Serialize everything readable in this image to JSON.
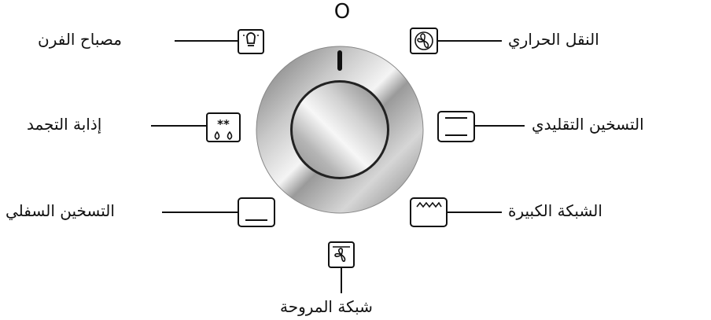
{
  "dial": {
    "off_position": "O",
    "functions": {
      "oven_lamp": {
        "label": "مصباح الفرن",
        "icon": "lamp-icon"
      },
      "defrost": {
        "label": "إذابة التجمد",
        "icon": "defrost-icon"
      },
      "bottom_heat": {
        "label": "التسخين السفلي",
        "icon": "bottom-heat-icon"
      },
      "fan_grill": {
        "label": "شبكة المروحة",
        "icon": "fan-grill-icon"
      },
      "fan_heating": {
        "label": "النقل الحراري",
        "icon": "fan-heating-icon"
      },
      "conventional": {
        "label": "التسخين التقليدي",
        "icon": "conventional-heat-icon"
      },
      "large_grill": {
        "label": "الشبكة الكبيرة",
        "icon": "large-grill-icon"
      }
    }
  }
}
